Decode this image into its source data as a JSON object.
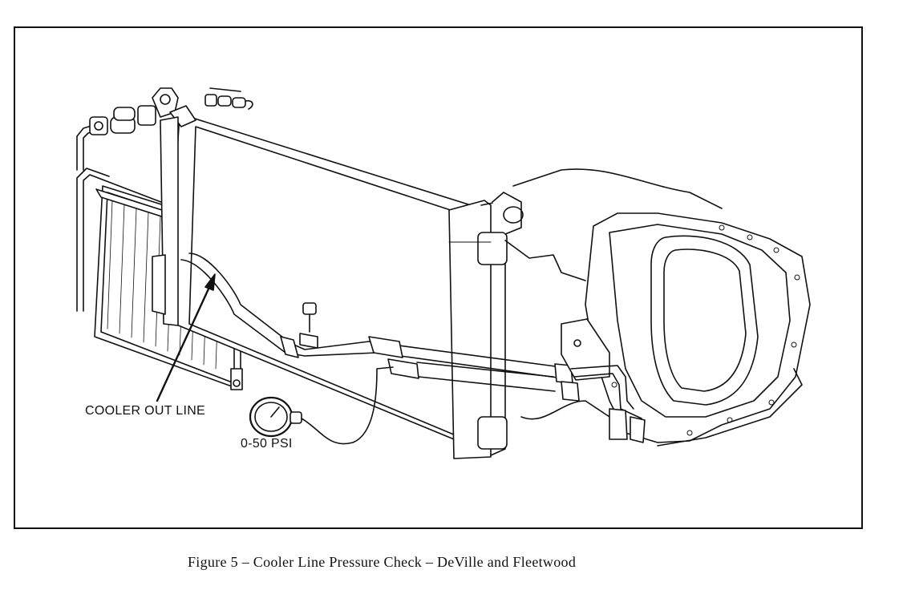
{
  "figure": {
    "caption": "Figure 5 – Cooler Line Pressure Check – DeVille and Fleetwood",
    "labels": {
      "cooler_out_line": "COOLER OUT LINE",
      "gauge_range": "0-50 PSI"
    }
  },
  "colors": {
    "ink": "#111111",
    "paper": "#ffffff"
  }
}
